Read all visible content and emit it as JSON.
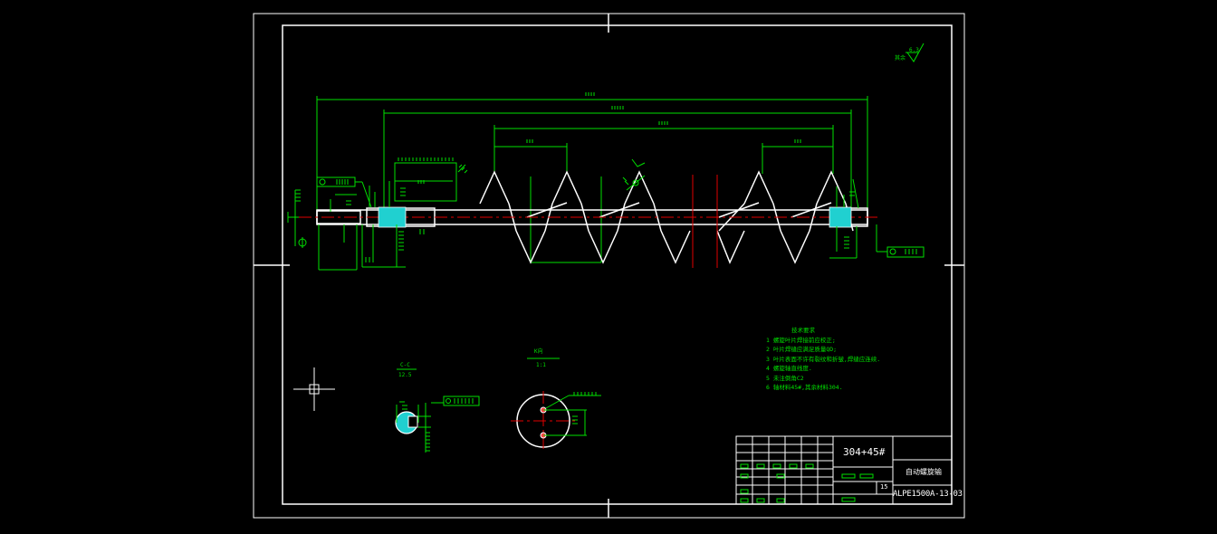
{
  "drawing": {
    "surface_roughness": {
      "prefix": "其余",
      "value": "6.3"
    },
    "views": {
      "section_c": {
        "label": "C-C",
        "scale": "12.5"
      },
      "view_k": {
        "label": "K向",
        "scale": "1:1"
      }
    },
    "technical_requirements": {
      "heading": "技术要求",
      "items": [
        "1 螺旋叶片焊接前应校正;",
        "2 叶片焊缝应满足质量QD;",
        "3 叶片表面不许有裂纹和折皱,焊缝应连续.",
        "4 螺旋轴直线度.",
        "5 未注倒角C2",
        "6 轴材料45#,其余材料304."
      ]
    },
    "title_block": {
      "material": "304+45#",
      "part_name": "自动螺旋输",
      "sheet_number": "15",
      "drawing_number": "ALPE1500A-13-03"
    }
  },
  "colors": {
    "background": "#000000",
    "outline": "#ffffff",
    "dimension": "#00e000",
    "centerline": "#e00000",
    "hatch": "#20d0d0"
  }
}
